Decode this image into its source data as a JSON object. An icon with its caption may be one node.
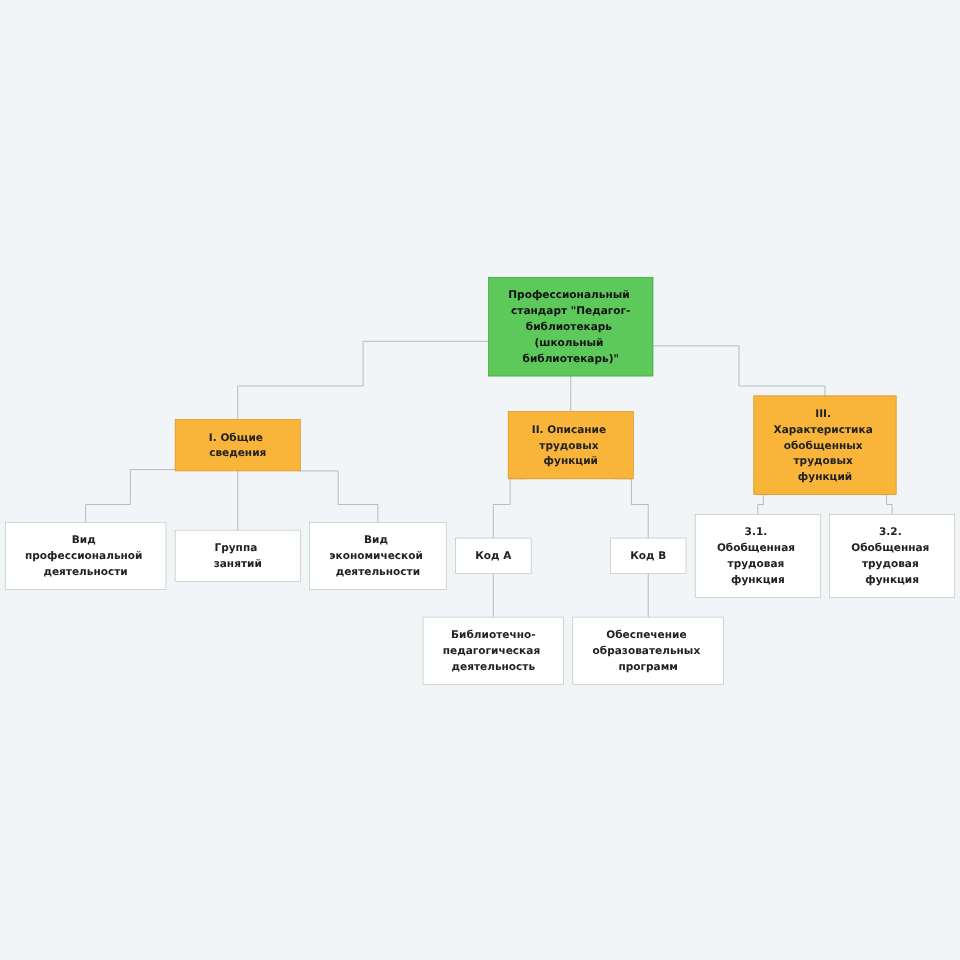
{
  "diagram": {
    "nodes": [
      {
        "text": [
          "Профессиональный стандарт \"Педагог-библиотекарь (школьный библиотекарь)\""
        ]
      },
      {
        "text": [
          "I. Общие сведения"
        ]
      },
      {
        "text": [
          "II. Описание трудовых функций"
        ]
      },
      {
        "text": [
          "III. Характеристика обобщенных трудовых функций"
        ]
      },
      {
        "text": [
          "Вид профессиональной деятельности"
        ]
      },
      {
        "text": [
          "Группа занятий"
        ]
      },
      {
        "text": [
          "Вид экономической деятельности"
        ]
      },
      {
        "text": [
          "Код А"
        ]
      },
      {
        "text": [
          "Код В"
        ]
      },
      {
        "text": [
          "Библиотечно-педагогическая деятельность"
        ]
      },
      {
        "text": [
          "Обеспечение образовательных программ"
        ]
      },
      {
        "text": [
          "3.1. Обобщенная трудовая функция"
        ]
      },
      {
        "text": [
          "3.2. Обобщенная трудовая функция"
        ]
      }
    ],
    "edges": [
      {
        "from": 0,
        "to": 1,
        "arrow": "none"
      },
      {
        "from": 0,
        "to": 2,
        "arrow": "none"
      },
      {
        "from": 0,
        "to": 3,
        "arrow": "none"
      },
      {
        "from": 1,
        "to": 4,
        "arrow": "none"
      },
      {
        "from": 1,
        "to": 5,
        "arrow": "none"
      },
      {
        "from": 1,
        "to": 6,
        "arrow": "none"
      },
      {
        "from": 2,
        "to": 7,
        "arrow": "none"
      },
      {
        "from": 2,
        "to": 8,
        "arrow": "none"
      },
      {
        "from": 7,
        "to": 9,
        "arrow": "none"
      },
      {
        "from": 8,
        "to": 10,
        "arrow": "none"
      },
      {
        "from": 3,
        "to": 11,
        "arrow": "none"
      },
      {
        "from": 3,
        "to": 12,
        "arrow": "none"
      }
    ]
  }
}
